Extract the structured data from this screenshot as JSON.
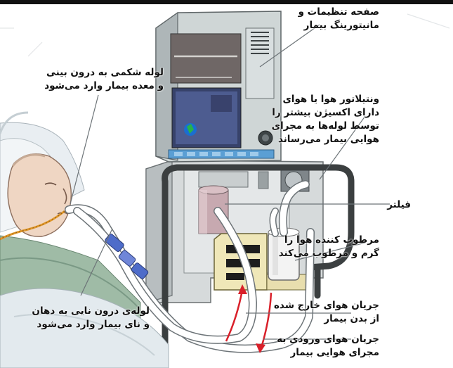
{
  "labels": {
    "settings_panel": "صفحه تنظیمات و\nمانیتورینگ بیمار",
    "nasogastric_tube": "لوله شکمی به درون بینی\nو معده بیمار وارد می‌شود",
    "ventilator": "ونتیلاتور هوا یا هوای\nدارای اکسیژن بیشتر را\nتوسط لوله‌ها به مجرای\nهوایی بیمار می‌رساند",
    "filter": "فیلتر",
    "humidifier": "مرطوب کننده هوا را\nگرم و مرطوب می‌کند",
    "endotracheal_tube": "لوله‌ی درون نایی به دهان\nو نای بیمار وارد می‌شود",
    "exhaled_flow": "جریان هوای خارج شده\nاز بدن بیمار",
    "inhaled_flow": "جریان هوای ورودی به\nمجرای هوایی بیمار"
  },
  "colors": {
    "arrow": "#d9202a",
    "machine_body": "#d8dcdd",
    "screen": "#4a5a8a",
    "monitor_frame": "#9fb0b5",
    "humidifier_box": "#efe7b8",
    "tube": "#ffffff",
    "skin": "#efd6c3",
    "text": "#111111"
  }
}
